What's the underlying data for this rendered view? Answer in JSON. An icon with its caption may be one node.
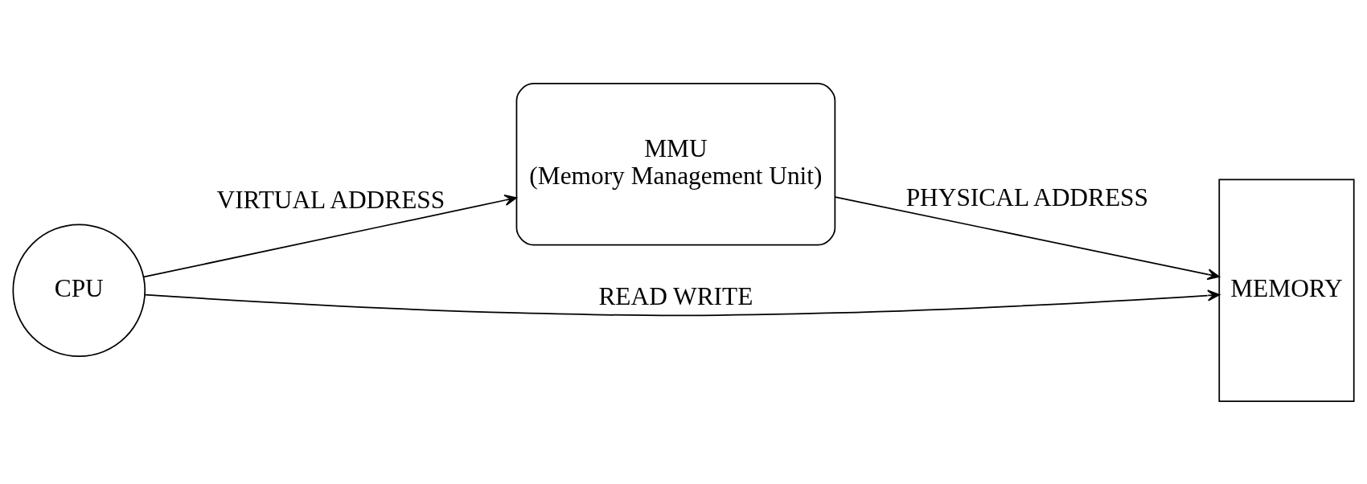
{
  "diagram": {
    "nodes": [
      {
        "text": [
          "CPU"
        ]
      },
      {
        "text": [
          "MMU",
          "(Memory Management Unit)"
        ]
      },
      {
        "text": [
          "MEMORY"
        ]
      }
    ],
    "edges": [
      {
        "from": 0,
        "to": 1,
        "arrow": "to",
        "label": "VIRTUAL ADDRESS"
      },
      {
        "from": 1,
        "to": 2,
        "arrow": "to",
        "label": "PHYSICAL ADDRESS"
      },
      {
        "from": 0,
        "to": 2,
        "arrow": "to",
        "label": "READ WRITE"
      }
    ]
  }
}
